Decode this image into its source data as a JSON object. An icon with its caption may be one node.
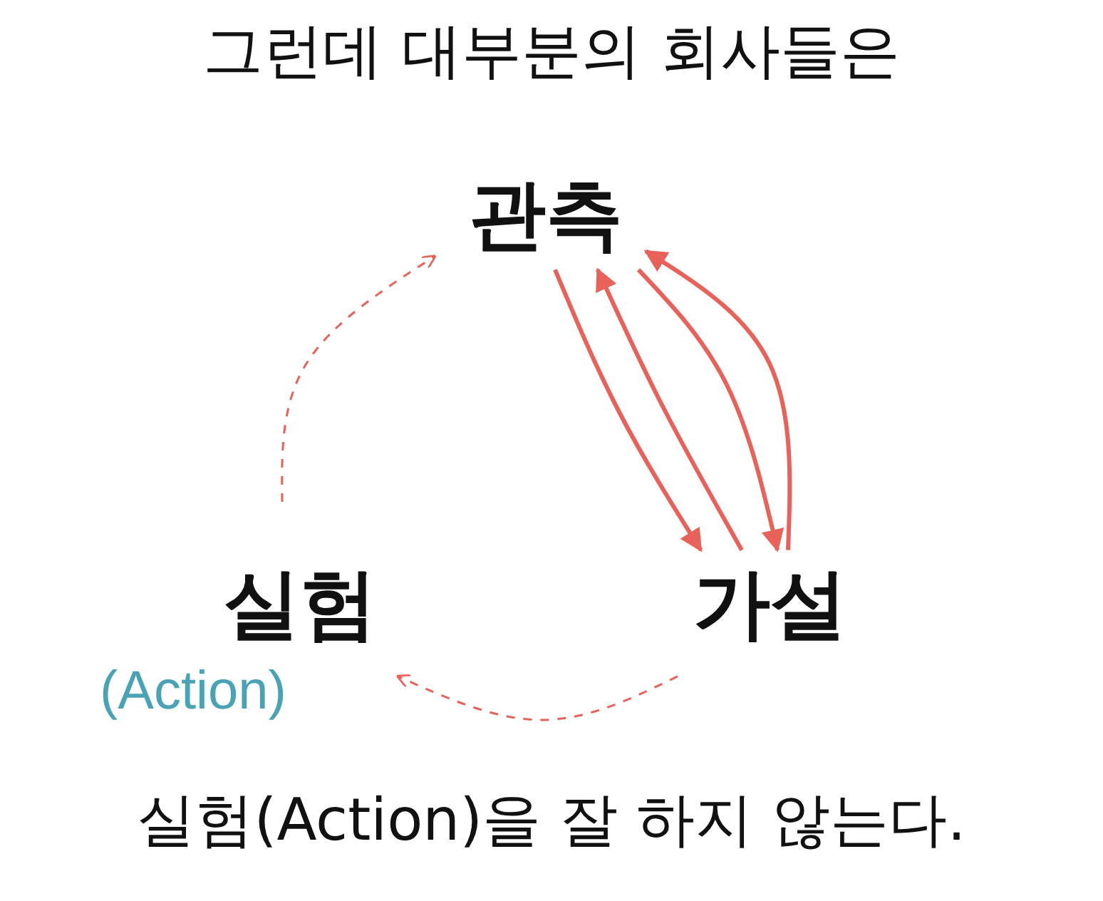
{
  "diagram": {
    "title": "그런데 대부분의 회사들은",
    "caption": "실험(Action)을 잘 하지 않는다.",
    "nodes": [
      {
        "text": [
          "관측"
        ]
      },
      {
        "text": [
          "가설"
        ]
      },
      {
        "text": [
          "실험"
        ],
        "beside": [
          "(Action)"
        ]
      }
    ],
    "edges": [
      {
        "from": 0,
        "to": 1,
        "arrow": "to"
      },
      {
        "from": 1,
        "to": 0,
        "arrow": "to"
      },
      {
        "from": 0,
        "to": 1,
        "arrow": "to"
      },
      {
        "from": 1,
        "to": 0,
        "arrow": "to"
      },
      {
        "from": 2,
        "to": 0,
        "arrow": "to",
        "style": "dashed"
      },
      {
        "from": 1,
        "to": 2,
        "arrow": "to",
        "style": "dashed"
      }
    ]
  }
}
